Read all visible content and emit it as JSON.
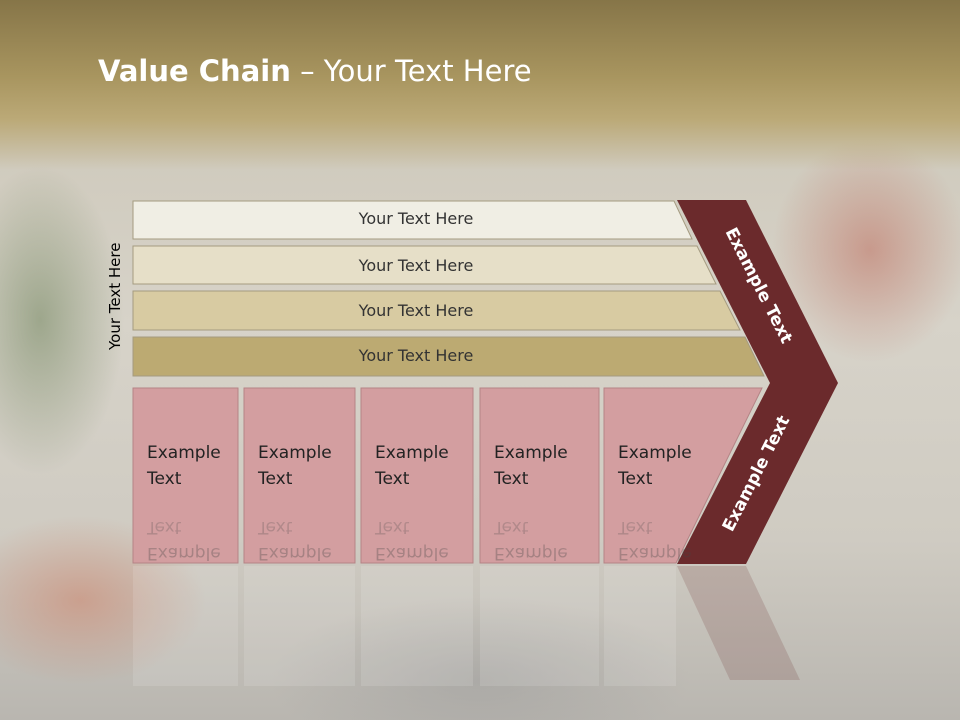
{
  "slide": {
    "title_bold": "Value Chain",
    "title_rest": " – Your Text Here",
    "side_label": "Your Text Here"
  },
  "rows": [
    {
      "label": "Your Text Here",
      "color": "#f0eee4"
    },
    {
      "label": "Your Text Here",
      "color": "#e6dfc8"
    },
    {
      "label": "Your Text Here",
      "color": "#d8cba2"
    },
    {
      "label": "Your Text Here",
      "color": "#bcaa72"
    }
  ],
  "boxes": [
    {
      "line1": "Example",
      "line2": "Text"
    },
    {
      "line1": "Example",
      "line2": "Text"
    },
    {
      "line1": "Example",
      "line2": "Text"
    },
    {
      "line1": "Example",
      "line2": "Text"
    },
    {
      "line1": "Example",
      "line2": "Text"
    }
  ],
  "chevron": {
    "upper_label": "Example Text",
    "lower_label": "Example Text",
    "color": "#6b2a2c"
  },
  "colors": {
    "box_fill": "#d39ea0",
    "header": "#a8955f"
  }
}
